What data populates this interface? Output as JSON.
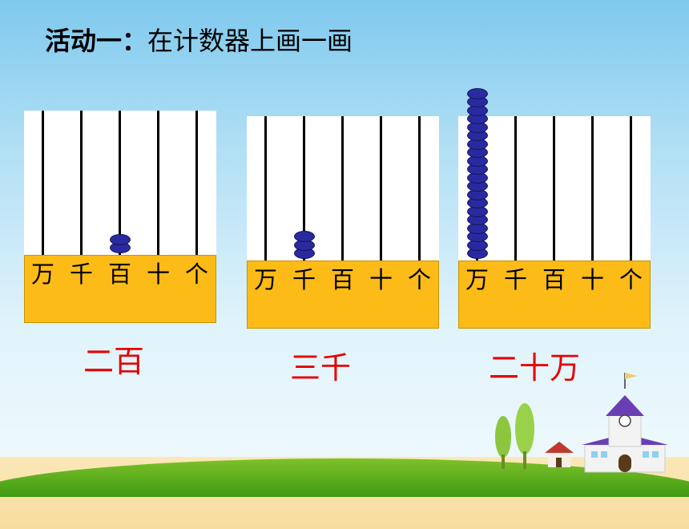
{
  "title": {
    "prefix": "活动一：",
    "text": "在计数器上画一画"
  },
  "place_labels": [
    "万",
    "千",
    "百",
    "十",
    "个"
  ],
  "abacuses": [
    {
      "answer": "二百",
      "beads_per_rod": [
        0,
        0,
        2,
        0,
        0
      ]
    },
    {
      "answer": "三千",
      "beads_per_rod": [
        0,
        3,
        0,
        0,
        0
      ]
    },
    {
      "answer": "二十万",
      "beads_per_rod": [
        20,
        0,
        0,
        0,
        0
      ]
    }
  ],
  "colors": {
    "bead": "#2a2aa0",
    "base": "#fdbb17",
    "answer": "#e60000"
  }
}
